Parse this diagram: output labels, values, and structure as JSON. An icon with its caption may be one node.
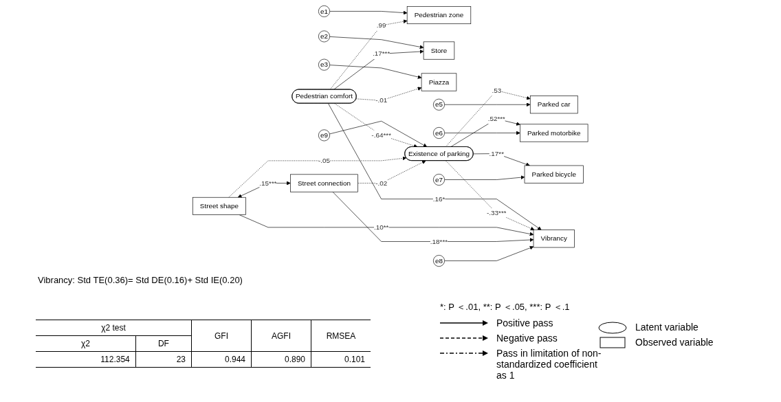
{
  "diagram": {
    "nodes": [
      {
        "text": [
          "e1"
        ]
      },
      {
        "text": [
          "Pedestrian zone"
        ]
      },
      {
        "text": [
          "e2"
        ]
      },
      {
        "text": [
          "Store"
        ]
      },
      {
        "text": [
          "e3"
        ]
      },
      {
        "text": [
          "Piazza"
        ]
      },
      {
        "text": [
          "Pedestrian comfort"
        ]
      },
      {
        "text": [
          "e9"
        ]
      },
      {
        "text": [
          "Existence of parking"
        ]
      },
      {
        "text": [
          "Parked car"
        ]
      },
      {
        "text": [
          "e5"
        ]
      },
      {
        "text": [
          "Parked motorbike"
        ]
      },
      {
        "text": [
          "e6"
        ]
      },
      {
        "text": [
          "Street shape"
        ]
      },
      {
        "text": [
          "Parked bicycle"
        ]
      },
      {
        "text": [
          "e7"
        ]
      },
      {
        "text": [
          "Street connection"
        ]
      },
      {
        "text": [
          "Vibrancy"
        ]
      },
      {
        "text": [
          "e8"
        ]
      }
    ],
    "edges": [
      {
        "from": 0,
        "to": 1,
        "arrow": "to"
      },
      {
        "from": 2,
        "to": 3,
        "arrow": "to"
      },
      {
        "from": 4,
        "to": 5,
        "arrow": "to"
      },
      {
        "from": 6,
        "to": 1,
        "arrow": "to",
        "label": ".99",
        "style": "dashed"
      },
      {
        "from": 6,
        "to": 3,
        "arrow": "to",
        "label": ".17***"
      },
      {
        "from": 6,
        "to": 5,
        "arrow": "to",
        "label": "-.01",
        "style": "dashed"
      },
      {
        "from": 7,
        "to": 8,
        "arrow": "to"
      },
      {
        "from": 6,
        "to": 8,
        "arrow": "to",
        "label": "-.64***",
        "style": "dashed"
      },
      {
        "from": 8,
        "to": 9,
        "arrow": "to",
        "label": ".53",
        "style": "dashed"
      },
      {
        "from": 8,
        "to": 11,
        "arrow": "to",
        "label": ".52***"
      },
      {
        "from": 8,
        "to": 14,
        "arrow": "to",
        "label": ".17**"
      },
      {
        "from": 10,
        "to": 9,
        "arrow": "to"
      },
      {
        "from": 12,
        "to": 11,
        "arrow": "to"
      },
      {
        "from": 15,
        "to": 14,
        "arrow": "to"
      },
      {
        "from": 13,
        "to": 8,
        "arrow": "to",
        "label": "-.05",
        "style": "dashed"
      },
      {
        "from": 16,
        "to": 8,
        "arrow": "to",
        "label": "-.02",
        "style": "dashed"
      },
      {
        "from": 6,
        "to": 17,
        "arrow": "to",
        "label": ".16*"
      },
      {
        "from": 8,
        "to": 17,
        "arrow": "to",
        "label": "-.33***",
        "style": "dashed"
      },
      {
        "from": 13,
        "to": 17,
        "arrow": "to",
        "label": ".10**"
      },
      {
        "from": 16,
        "to": 17,
        "arrow": "to",
        "label": ".18***"
      },
      {
        "from": 18,
        "to": 17,
        "arrow": "to"
      },
      {
        "from": 13,
        "to": 16,
        "arrow": "both",
        "label": ".15***"
      }
    ],
    "labels": [
      "Vibrancy: Std TE(0.36)= Std DE(0.16)+ Std IE(0.20)",
      "χ2 test",
      "GFI",
      "AGFI",
      "RMSEA",
      "χ2",
      "DF",
      "112.354",
      "23",
      "0.944",
      "0.890",
      "0.101",
      "*: P ＜.01, **: P ＜.05, ***: P ＜.1"
    ],
    "legend": [
      {
        "text": "Positive pass"
      },
      {
        "text": "Negative pass"
      },
      {
        "text": "Pass in limitation of non-standardized coefficient as 1"
      },
      {
        "text": "Latent variable"
      },
      {
        "text": "Observed variable"
      }
    ]
  }
}
